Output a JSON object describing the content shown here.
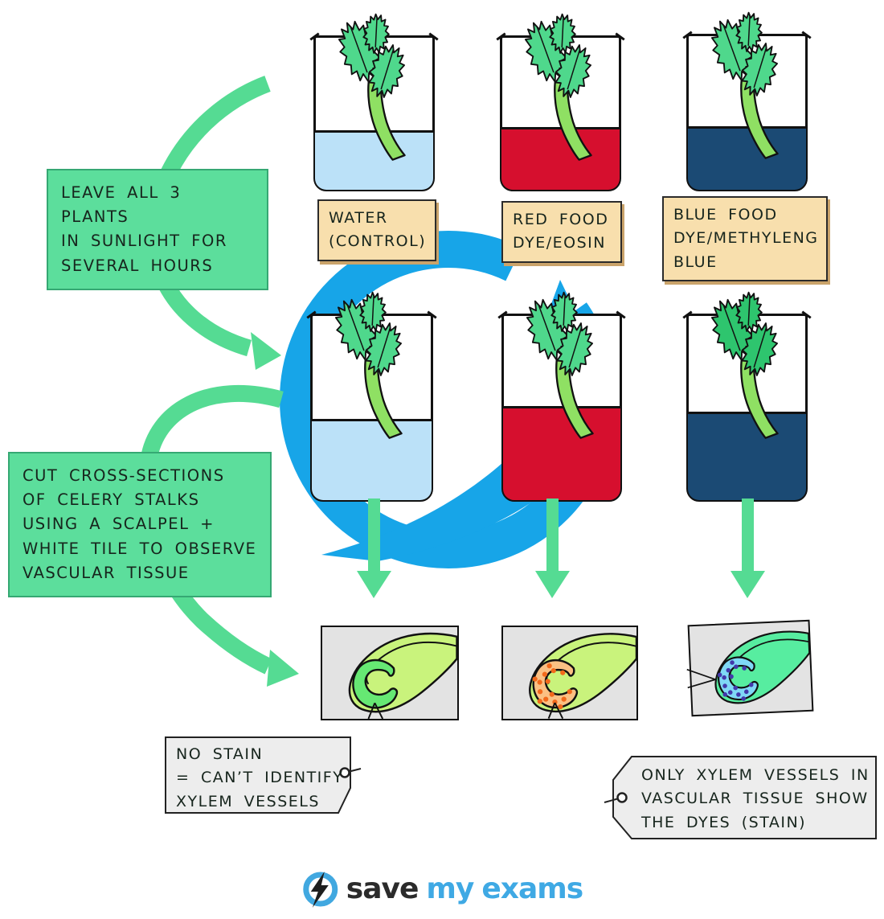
{
  "colors": {
    "green_box_bg": "#5CDE9C",
    "green_arrow": "#55DB93",
    "blue_time_arrow": "#17A5E8",
    "label_bg": "#F8DFAD",
    "panel_bg": "#E3E3E3",
    "tag_bg": "#EDEDED",
    "celery_leaf": "#4FD88C",
    "celery_leaf_dark": "#2EC56E",
    "celery_stalk": "#8FE063",
    "logo_blue": "#3FA9E4",
    "logo_dark": "#2B2B2B"
  },
  "steps": {
    "step1": "LEAVE ALL 3 PLANTS\nIN SUNLIGHT FOR\nSEVERAL HOURS",
    "step2": "CUT CROSS-SECTIONS\nOF CELERY STALKS\nUSING A SCALPEL +\nWHITE TILE TO OBSERVE\nVASCULAR TISSUE"
  },
  "beakers": [
    {
      "label": "WATER\n(CONTROL)",
      "liquid_color": "#BBE1F8"
    },
    {
      "label": "RED FOOD\nDYE/EOSIN",
      "liquid_color": "#D60F2E"
    },
    {
      "label": "BLUE FOOD\nDYE/METHYLENG\nBLUE",
      "liquid_color": "#1B4A74"
    }
  ],
  "cross_sections": [
    {
      "stalk_color": "#C9F37C",
      "vascular_color": "#66E873",
      "dot_color": ""
    },
    {
      "stalk_color": "#C9F37C",
      "vascular_color": "#FBC083",
      "dot_color": "#F2691B"
    },
    {
      "stalk_color": "#57EDA0",
      "vascular_color": "#7FD8F6",
      "dot_color": "#4338AB"
    }
  ],
  "tags": {
    "no_stain": "NO STAIN\n= CAN’T IDENTIFY\nXYLEM VESSELS",
    "stain": "ONLY XYLEM VESSELS IN\nVASCULAR TISSUE SHOW\nTHE DYES (STAIN)"
  },
  "logo": {
    "save": "save",
    "my": "my",
    "exams": "exams"
  }
}
